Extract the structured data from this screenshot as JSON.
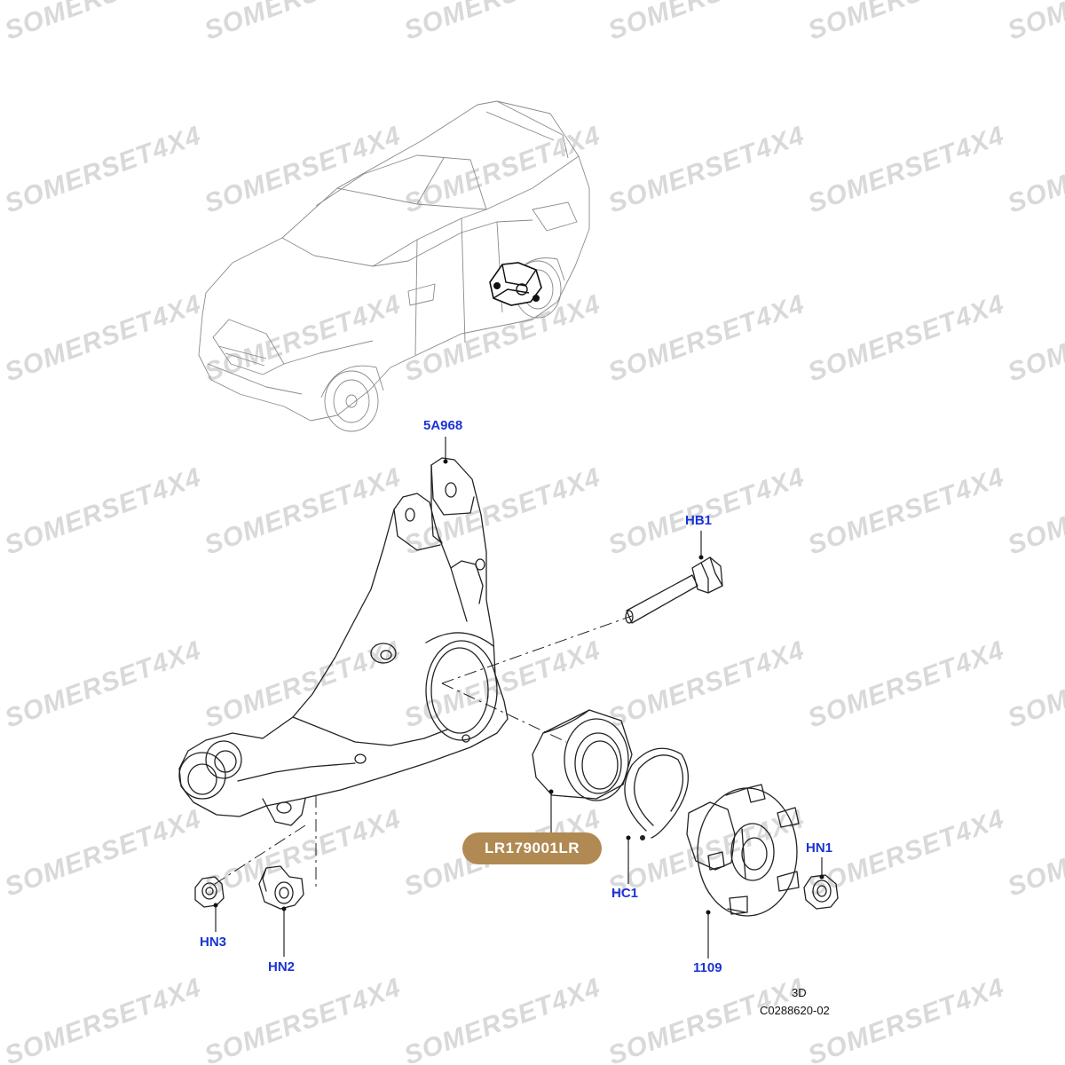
{
  "watermark": {
    "text": "SOMERSET4X4"
  },
  "callouts": {
    "knuckle": "5A968",
    "bolt": "HB1",
    "bearing_badge": "LR179001LR",
    "circlip": "HC1",
    "hub_nut": "HN1",
    "hub": "1109",
    "nut_hn3": "HN3",
    "nut_hn2": "HN2"
  },
  "footer": {
    "view": "3D",
    "ref": "C0288620-02"
  },
  "colors": {
    "callout_text": "#1a33d6",
    "badge_bg": "#b08a52",
    "badge_text": "#ffffff",
    "watermark": "#d9d9d9"
  }
}
